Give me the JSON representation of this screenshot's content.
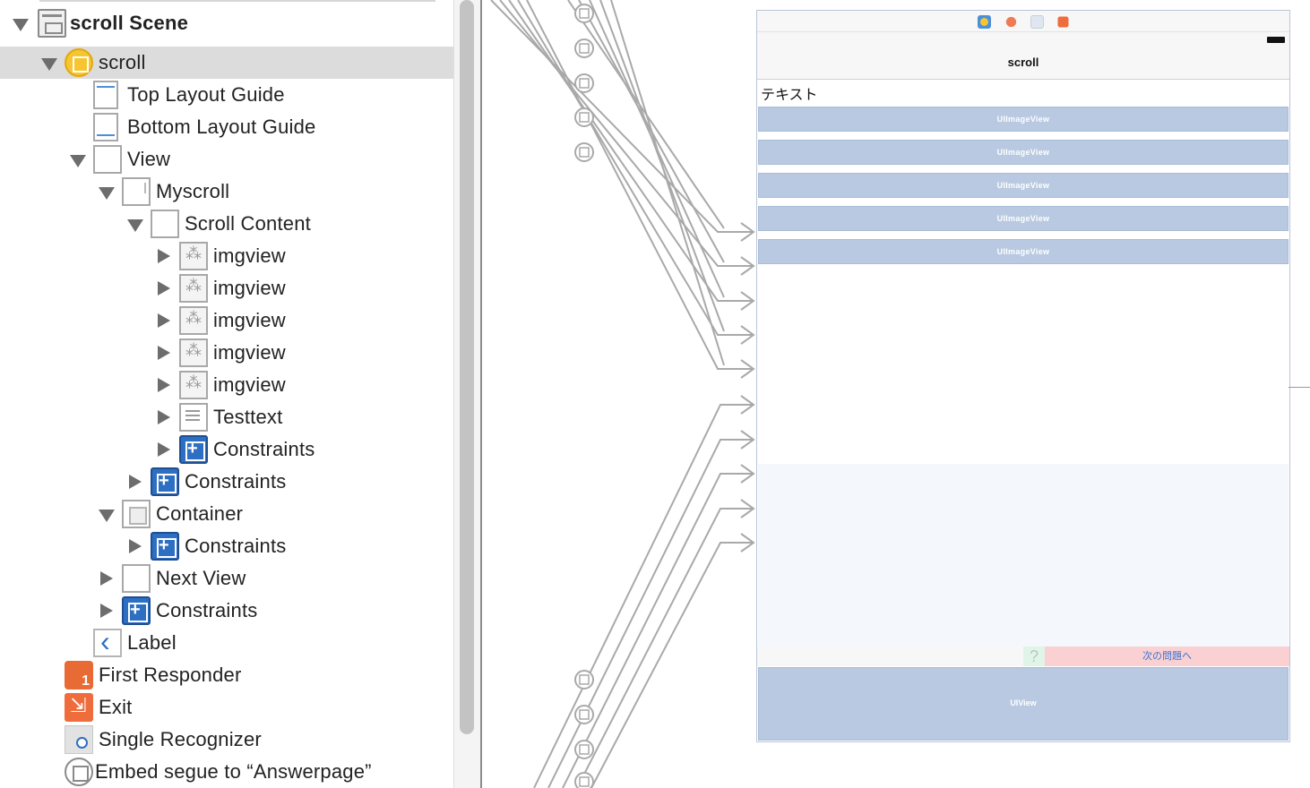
{
  "outline": {
    "items": [
      {
        "label": "scroll Scene",
        "icon": "scene-icon"
      },
      {
        "label": "scroll",
        "icon": "view-controller-icon"
      },
      {
        "label": "Top Layout Guide",
        "icon": "layout-guide-icon"
      },
      {
        "label": "Bottom Layout Guide",
        "icon": "layout-guide-icon"
      },
      {
        "label": "View",
        "icon": "view-icon"
      },
      {
        "label": "Myscroll",
        "icon": "scroll-view-icon"
      },
      {
        "label": "Scroll Content",
        "icon": "view-icon"
      },
      {
        "label": "imgview",
        "icon": "image-view-icon"
      },
      {
        "label": "imgview",
        "icon": "image-view-icon"
      },
      {
        "label": "imgview",
        "icon": "image-view-icon"
      },
      {
        "label": "imgview",
        "icon": "image-view-icon"
      },
      {
        "label": "imgview",
        "icon": "image-view-icon"
      },
      {
        "label": "Testtext",
        "icon": "text-view-icon"
      },
      {
        "label": "Constraints",
        "icon": "constraints-icon"
      },
      {
        "label": "Constraints",
        "icon": "constraints-icon"
      },
      {
        "label": "Container",
        "icon": "container-view-icon"
      },
      {
        "label": "Constraints",
        "icon": "constraints-icon"
      },
      {
        "label": "Next View",
        "icon": "view-icon"
      },
      {
        "label": "Constraints",
        "icon": "constraints-icon"
      },
      {
        "label": "Label",
        "icon": "back-label-icon"
      },
      {
        "label": "First Responder",
        "icon": "first-responder-icon"
      },
      {
        "label": "Exit",
        "icon": "exit-icon"
      },
      {
        "label": "Single Recognizer",
        "icon": "gesture-recognizer-icon"
      },
      {
        "label": "Embed segue to “Answerpage”",
        "icon": "segue-icon"
      }
    ]
  },
  "canvas": {
    "nav_title": "scroll",
    "text_label": "テキスト",
    "imageview_placeholder": "UIImageView",
    "help_symbol": "?",
    "next_button": "次の問題へ",
    "uiview_placeholder": "UIView"
  },
  "colors": {
    "selection": "#dcdcdc",
    "placeholder_fill": "#b8c9e1",
    "next_button_bg": "#fad0d2",
    "next_button_text": "#3b73d1",
    "constraints_blue": "#2d6fc3",
    "vc_yellow": "#f6c530"
  }
}
